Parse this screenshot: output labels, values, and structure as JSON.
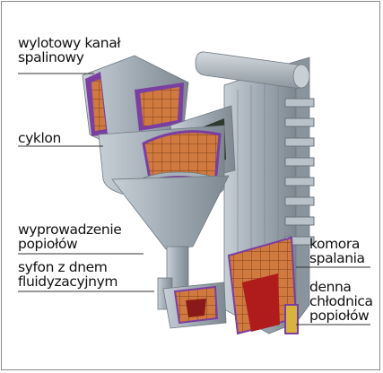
{
  "labels": {
    "exhaust_duct": "wylotowy kanał\nspalinowy",
    "cyclone": "cyklon",
    "ash_outlet": "wyprowadzenie\npopiołów",
    "siphon": "syfon z dnem\nfluidyzacyjnym",
    "combustion_chamber": "komora\nspalania",
    "ash_cooler": "denna\nchłodnica\npopiołów"
  },
  "colors": {
    "steel": "#a9b3bc",
    "refractory": "#c8713a",
    "lining": "#7a3fa0",
    "hopper_red": "#b01c1c"
  }
}
